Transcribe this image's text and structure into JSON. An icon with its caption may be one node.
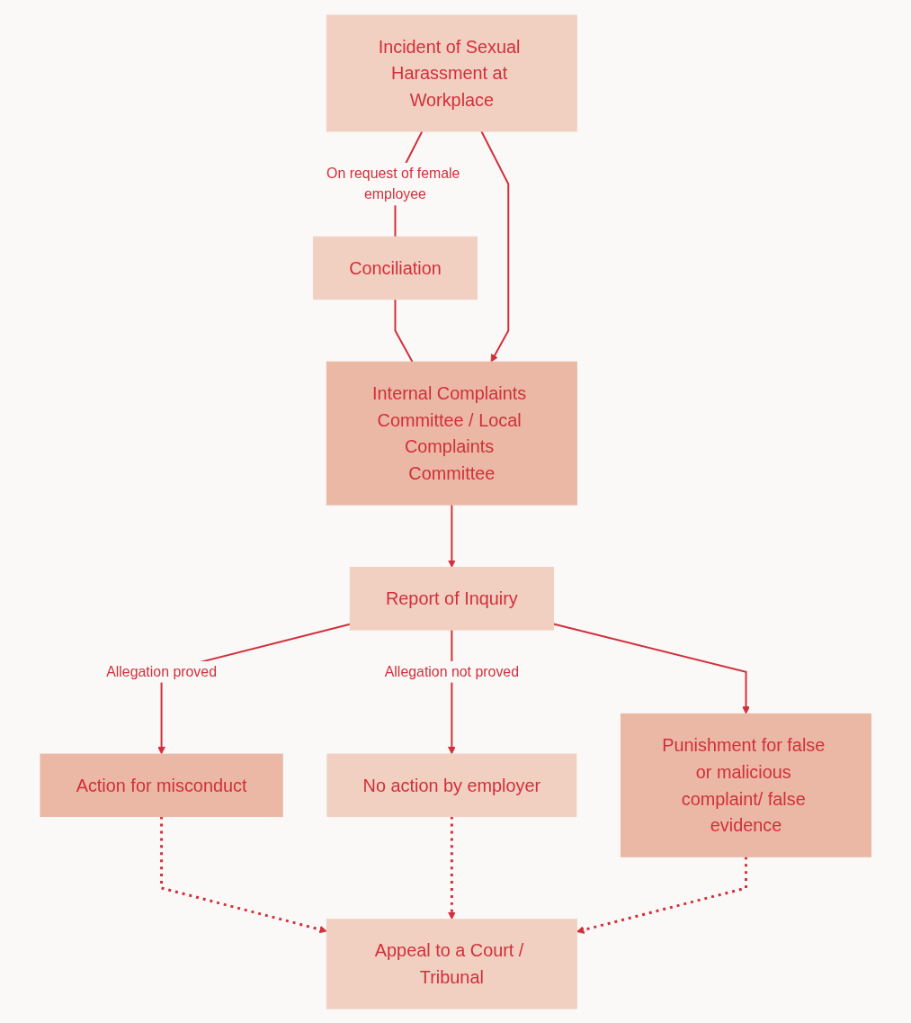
{
  "diagram": {
    "nodes": [
      {
        "text": [
          "Incident of Sexual Harassment at Workplace"
        ]
      },
      {
        "text": [
          "Conciliation"
        ]
      },
      {
        "text": [
          "Internal Complaints Committee / Local Complaints Committee"
        ]
      },
      {
        "text": [
          "Report of Inquiry"
        ]
      },
      {
        "text": [
          "Action for misconduct"
        ]
      },
      {
        "text": [
          "No action by employer"
        ]
      },
      {
        "text": [
          "Punishment for false or malicious complaint/ false evidence"
        ]
      },
      {
        "text": [
          "Appeal to a Court / Tribunal"
        ]
      }
    ],
    "edges": [
      {
        "from": 0,
        "to": 1,
        "arrow": "none",
        "label": "On request of female employee"
      },
      {
        "from": 1,
        "to": 2,
        "arrow": "none"
      },
      {
        "from": 0,
        "to": 2,
        "arrow": "to"
      },
      {
        "from": 2,
        "to": 3,
        "arrow": "to"
      },
      {
        "from": 3,
        "to": 4,
        "arrow": "to",
        "label": "Allegation proved"
      },
      {
        "from": 3,
        "to": 5,
        "arrow": "to",
        "label": "Allegation not proved"
      },
      {
        "from": 3,
        "to": 6,
        "arrow": "to"
      },
      {
        "from": 4,
        "to": 7,
        "arrow": "to",
        "style": "dashed"
      },
      {
        "from": 5,
        "to": 7,
        "arrow": "to",
        "style": "dashed"
      },
      {
        "from": 6,
        "to": 7,
        "arrow": "to",
        "style": "dashed"
      }
    ]
  }
}
